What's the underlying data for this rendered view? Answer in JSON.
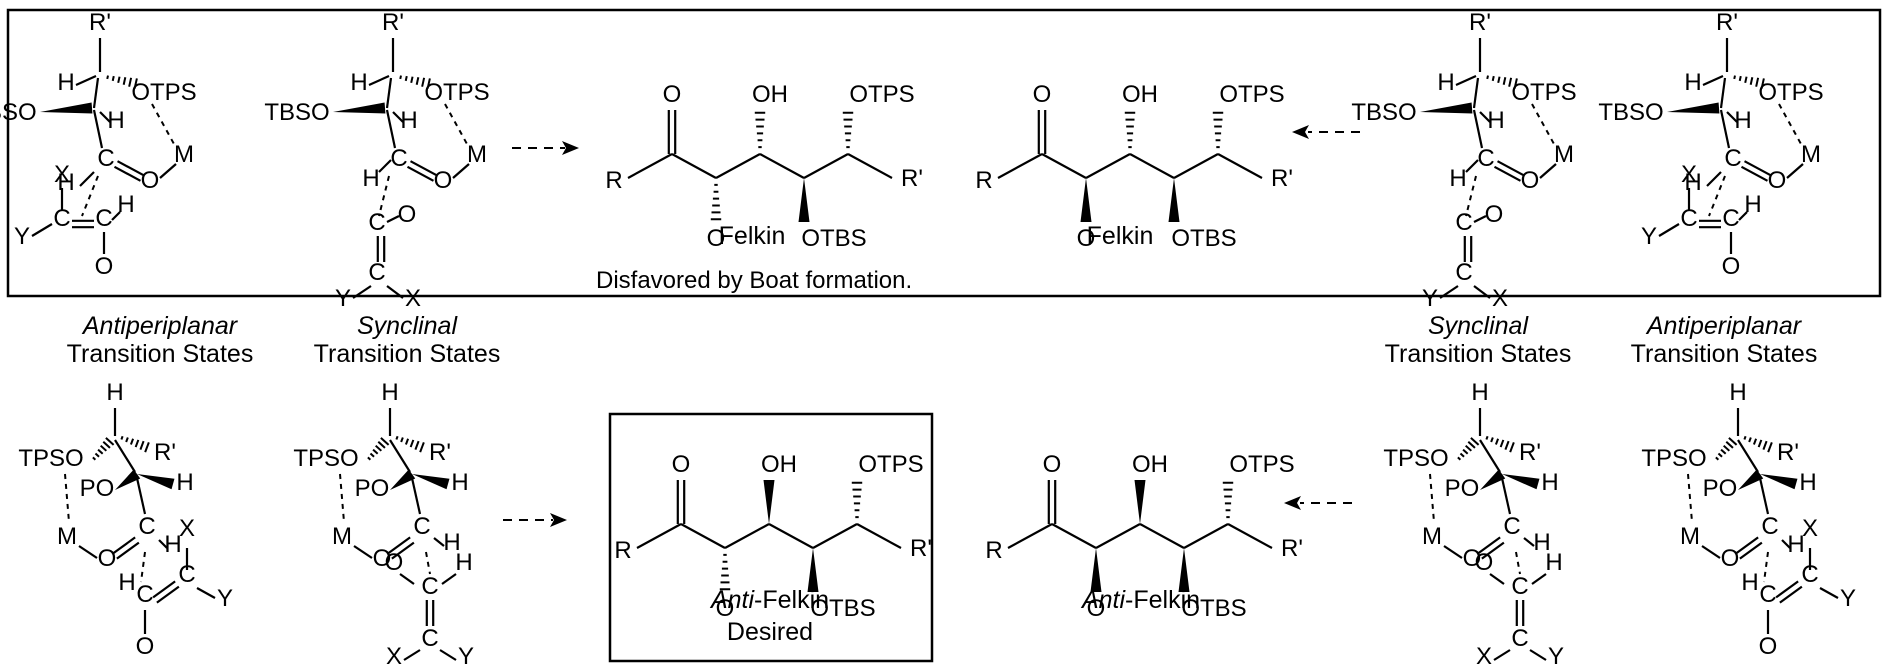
{
  "top_caption": "Disfavored by Boat formation.",
  "labels": {
    "felkin": "Felkin",
    "anti_prefix": "Anti",
    "anti_suffix": "-Felkin",
    "desired": "Desired",
    "antiperiplanar": "Antiperiplanar",
    "synclinal": "Synclinal",
    "transition_states": "Transition States"
  },
  "groups": {
    "R": "R",
    "R_prime": "R'",
    "OH": "OH",
    "OTPS": "OTPS",
    "OTBS": "OTBS",
    "O": "O",
    "TBSO": "TBSO",
    "TPSO": "TPSO",
    "PO": "PO",
    "H": "H",
    "M": "M",
    "X": "X",
    "Y": "Y",
    "C": "C"
  },
  "colors": {
    "ink": "#000000",
    "background": "#ffffff"
  }
}
